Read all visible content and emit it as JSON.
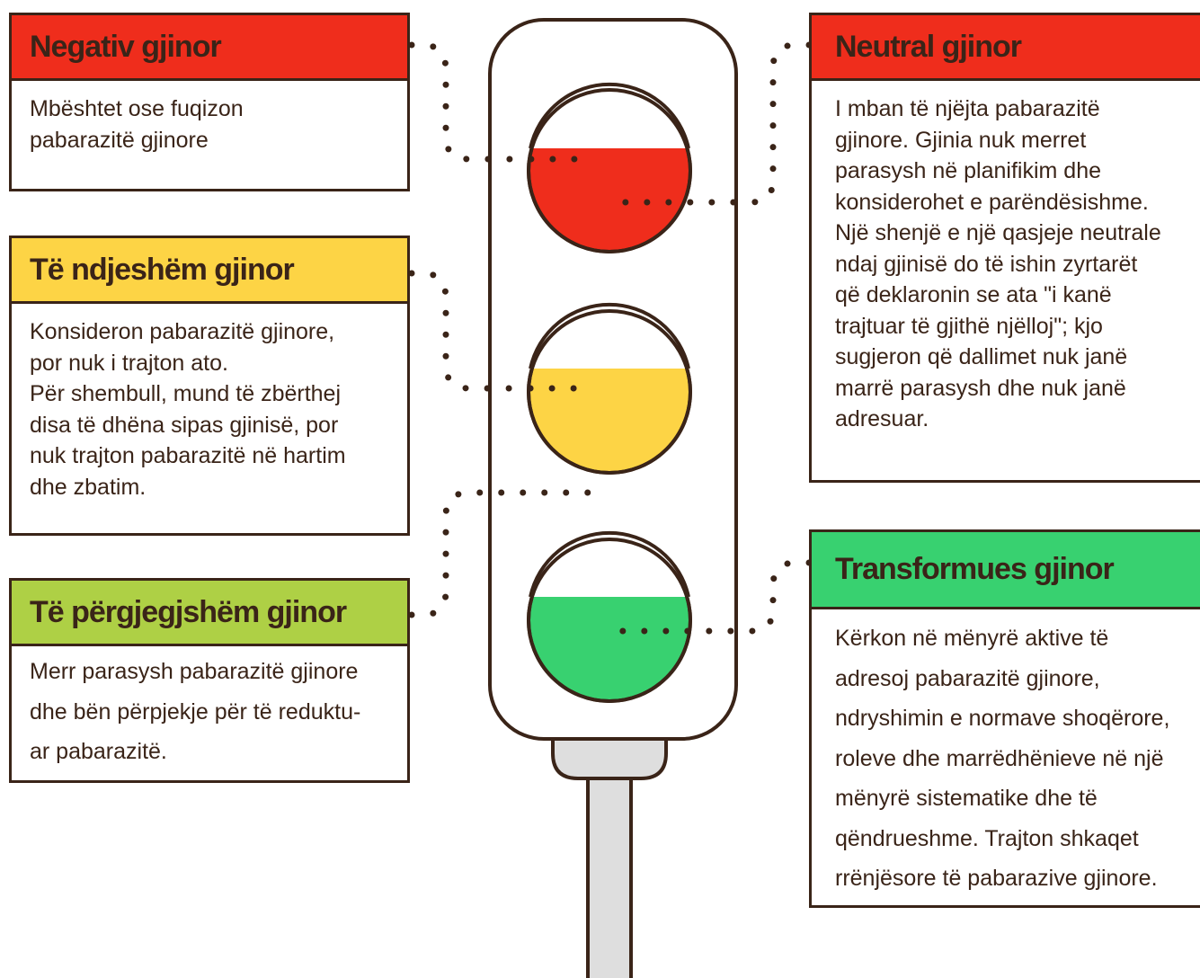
{
  "colors": {
    "outline": "#3a2418",
    "red": "#ef2d1c",
    "yellow": "#fdd445",
    "lime": "#aed045",
    "green": "#38d170",
    "pole": "#dedede"
  },
  "categories": {
    "negative": {
      "title": "Negativ gjinor",
      "description": "Mbështet ose fuqizon\npabarazitë gjinore"
    },
    "sensitive": {
      "title": "Të ndjeshëm gjinor",
      "description": "Konsideron pabarazitë gjinore,\npor nuk i trajton ato.\nPër shembull, mund të zbërthej\ndisa të dhëna sipas gjinisë, por\nnuk trajton pabarazitë në hartim\ndhe zbatim."
    },
    "responsive": {
      "title": "Të përgjegjshëm gjinor",
      "description": "Merr parasysh pabarazitë gjinore\ndhe bën përpjekje për të reduktu-\nar pabarazitë."
    },
    "neutral": {
      "title": "Neutral gjinor",
      "description": "I mban të njëjta pabarazitë\ngjinore. Gjinia nuk merret\nparasysh në planifikim dhe\nkonsiderohet e parëndësishme.\nNjë shenjë e një qasjeje neutrale\nndaj gjinisë do të ishin zyrtarët\nqë deklaronin se ata \"i kanë\ntrajtuar të gjithë njëlloj\"; kjo\nsugjeron që dallimet nuk janë\nmarrë parasysh dhe nuk janë\nadresuar."
    },
    "transformative": {
      "title": "Transformues gjinor",
      "description": "Kërkon në mënyrë aktive të\nadresoj pabarazitë gjinore,\nndryshimin e normave shoqërore,\nroleve dhe marrëdhënieve në një\nmënyrë sistematike dhe të\nqëndrueshme. Trajton shkaqet\nrrënjësore të pabarazive gjinore."
    }
  }
}
